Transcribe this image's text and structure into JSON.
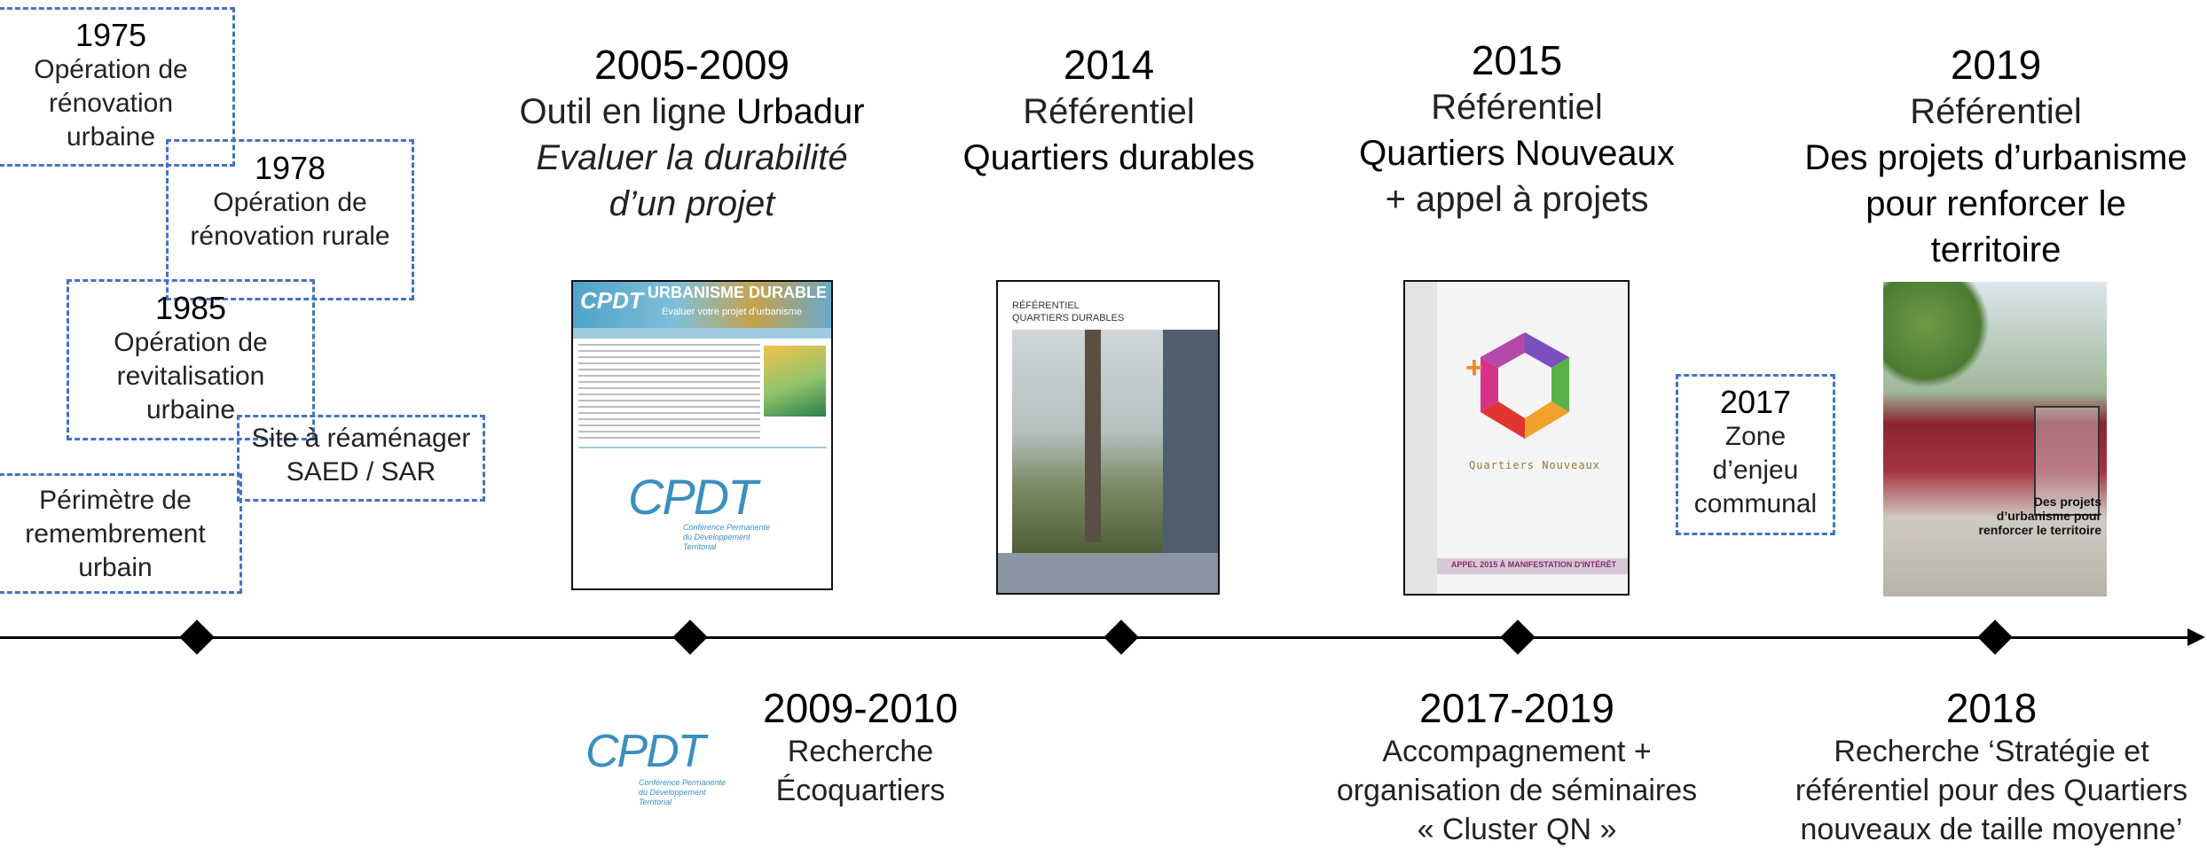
{
  "left_boxes": [
    {
      "year": "1975",
      "lines": [
        "Opération de",
        "rénovation",
        "urbaine"
      ]
    },
    {
      "year": "1978",
      "lines": [
        "Opération de",
        "rénovation rurale"
      ]
    },
    {
      "year": "1985",
      "lines": [
        "Opération de",
        "revitalisation",
        "urbaine"
      ]
    },
    {
      "year": "",
      "lines": [
        "Site à réaménager",
        "SAED / SAR"
      ]
    },
    {
      "year": "",
      "lines": [
        "Périmètre de",
        "remembrement",
        "urbain"
      ]
    }
  ],
  "top": [
    {
      "year": "2005-2009",
      "line1_prefix": "Outil en ligne ",
      "line1_bold": "Urbadur",
      "line2": "Evaluer la durabilité",
      "line3": "d’un projet"
    },
    {
      "year": "2014",
      "line1": "Référentiel",
      "line2": "Quartiers durables"
    },
    {
      "year": "2015",
      "line1": "Référentiel",
      "line2": "Quartiers Nouveaux",
      "line3": "+ appel à projets"
    },
    {
      "year": "2019",
      "line1": "Référentiel",
      "line2": "Des projets d’urbanisme",
      "line3": "pour renforcer le",
      "line4": "territoire"
    }
  ],
  "box_2017": {
    "year": "2017",
    "lines": [
      "Zone",
      "d’enjeu",
      "communal"
    ]
  },
  "bottom": [
    {
      "year": "2009-2010",
      "line1": "Recherche",
      "line2": "Écoquartiers"
    },
    {
      "year": "2017-2019",
      "line1": "Accompagnement +",
      "line2": "organisation de séminaires",
      "line3": "« Cluster QN »"
    },
    {
      "year": "2018",
      "line1": "Recherche ‘Stratégie et",
      "line2": "référentiel pour des Quartiers",
      "line3": "nouveaux de taille moyenne’"
    }
  ],
  "covers": {
    "urbadur": {
      "logo": "CPDT",
      "banner": "URBANISME DURABLE",
      "sub": "Evaluer votre projet d'urbanisme",
      "logo_caption": [
        "Conférence Permanente",
        "du Développement",
        "Territorial"
      ]
    },
    "qd": {
      "title_lines": [
        "RÉFÉRENTIEL",
        "QUARTIERS DURABLES"
      ]
    },
    "qn": {
      "name": "Quartiers Nouveaux",
      "bottom": "APPEL 2015 À MANIFESTATION D'INTÉRÊT"
    },
    "p2019": {
      "lines": [
        "Des projets",
        "d’urbanisme pour",
        "renforcer le territoire"
      ]
    }
  },
  "bottom_logo": {
    "text": "CPDT",
    "caption": [
      "Conférence Permanente",
      "du Développement",
      "Territorial"
    ]
  }
}
